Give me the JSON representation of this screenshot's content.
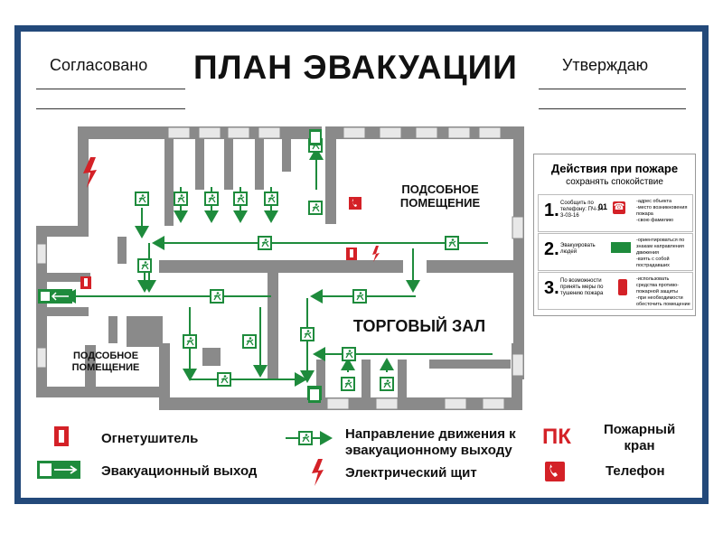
{
  "header": {
    "left_label": "Согласовано",
    "right_label": "Утверждаю",
    "title": "ПЛАН ЭВАКУАЦИИ"
  },
  "rooms": {
    "utility_top": "ПОДСОБНОЕ\nПОМЕЩЕНИЕ",
    "sales_hall": "ТОРГОВЫЙ ЗАЛ",
    "utility_left": "ПОДСОБНОЕ\nПОМЕЩЕНИЕ"
  },
  "actions_panel": {
    "title": "Действия при пожаре",
    "subtitle": "сохранять спокойствие",
    "steps": [
      {
        "num": "1.",
        "text": "Сообщить по телефону: ПЧ-14 3-03-16",
        "code": "01",
        "details": "-адрес объекта\n-место возникновения пожара\n-свою фамилию"
      },
      {
        "num": "2.",
        "text": "Эвакуировать людей",
        "details": "-ориентироваться по знакам направления движения\n-взять с собой пострадавших"
      },
      {
        "num": "3.",
        "text": "По возможности принять меры по тушению пожара",
        "details": "-использовать средства противо-пожарной защиты\n-при необходимости обесточить помещение"
      }
    ]
  },
  "legend": {
    "extinguisher": "Огнетушитель",
    "direction": "Направление движения к\nэвакуационному выходу",
    "hydrant_code": "ПК",
    "hydrant": "Пожарный\nкран",
    "exit": "Эвакуационный выход",
    "electric": "Электрический щит",
    "phone": "Телефон"
  },
  "colors": {
    "frame": "#23497a",
    "wall": "#8a8a8a",
    "green": "#1e8b3c",
    "red": "#d42127"
  }
}
